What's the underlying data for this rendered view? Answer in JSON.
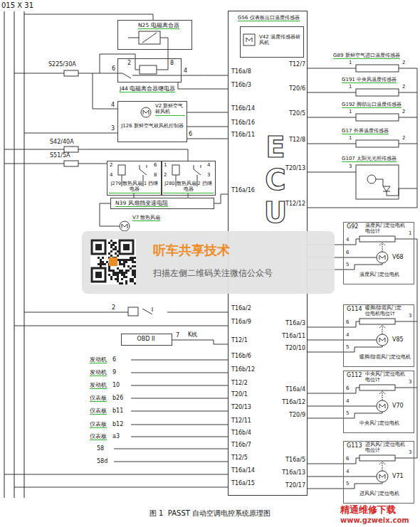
{
  "diagram": {
    "caption": "图 1  PASST 自动空调电控系统原理图",
    "nodes": [
      {
        "text": [
          "N25 电磁离合器"
        ]
      },
      {
        "text": [
          "J44 电磁离合器继电器"
        ]
      },
      {
        "text": [
          "V2 新鲜空气鼓风机",
          "J126 新鲜空气鼓风机控制器"
        ]
      },
      {
        "text": [
          "J279 散热风扇 1 挡继电器"
        ]
      },
      {
        "text": [
          "J280 散热风扇 2 挡继电器"
        ]
      },
      {
        "text": [
          "N39 风扇挡变速电阻"
        ]
      },
      {
        "text": [
          "听车共享技术",
          "扫描左侧二维码关注微信公众号"
        ]
      },
      {
        "text": [
          "OBD II"
        ]
      },
      {
        "text": [
          "ECU"
        ]
      },
      {
        "text": [
          "G56 仪表板出口温度传感器",
          "V42 温度传感器鼓风机"
        ],
        "in": 8
      },
      {
        "text": [
          "G92",
          "温度风门定位电机电位计",
          "V68",
          "温度风门定位电机"
        ]
      },
      {
        "text": [
          "G114",
          "暖脚/除霜风门定位电机电位计",
          "V85",
          "暖脚/除霜风门定位电机"
        ]
      },
      {
        "text": [
          "G112",
          "中央风门定位电机电位计",
          "V70",
          "中央风门定位电机"
        ]
      },
      {
        "text": [
          "G113",
          "进风风门定位电机电位计",
          "V71",
          "进风风门定位电机"
        ]
      }
    ],
    "edges": [
      {
        "from": 1,
        "to": 8,
        "arrow": "none"
      },
      {
        "from": 2,
        "to": 8,
        "arrow": "none"
      },
      {
        "from": 5,
        "to": 8,
        "arrow": "none"
      },
      {
        "from": 7,
        "to": 8,
        "label": "K线",
        "arrow": "none"
      },
      {
        "from": 10,
        "to": 8,
        "arrow": "none"
      },
      {
        "from": 11,
        "to": 8,
        "arrow": "none"
      },
      {
        "from": 12,
        "to": 8,
        "arrow": "none"
      },
      {
        "from": 13,
        "to": 8,
        "arrow": "none"
      }
    ],
    "labels": [
      "015 X 31",
      "S225/30A",
      "6",
      "2",
      "8",
      "4",
      "4",
      "3",
      "6",
      "S42/40A",
      "S51/5A",
      "2",
      "6",
      "4",
      "8",
      "1",
      "4",
      "2",
      "3",
      "V7 散热风扇",
      "2",
      "7",
      "发动机",
      "6",
      "发动机",
      "9",
      "发动机",
      "10",
      "仪表板",
      "b26",
      "仪表板",
      "b11",
      "仪表板",
      "b12",
      "仪表板",
      "a3",
      "58",
      "58d",
      "T16a/8",
      "T16b/3",
      "T16b/14",
      "T16b/16",
      "T16b/11",
      "T16a/16",
      "T16a/2",
      "T16a/9",
      "T12/1",
      "T16b/6",
      "T16b/12",
      "T12/2",
      "T20/1",
      "T20/13",
      "T12/11",
      "T16b/4",
      "T16b/7",
      "T12/5",
      "T16a/14",
      "T16a/15",
      "T12/7",
      "T20/6",
      "T20/5",
      "T12/8",
      "T20/13",
      "T12/12",
      "T16a/3",
      "T16a/11",
      "T20/10",
      "T16a/4",
      "T16a/12",
      "T20/9",
      "T16a/5",
      "T16a/13",
      "T20/17",
      "G89 新鲜空气进口温度传感器",
      "1",
      "2",
      "G191 中央风温度传感器",
      "1",
      "2",
      "G192 脚部出口温度传感器",
      "1",
      "2",
      "G17 外界温度传感器",
      "1",
      "2",
      "G107 太阳光光照传感器",
      "3",
      "1",
      "4",
      "6",
      "5",
      "3",
      "6",
      "4",
      "5",
      "3",
      "6",
      "4",
      "5",
      "3",
      "6",
      "4",
      "5",
      "精通维修下载",
      "www.gzweix.com"
    ]
  }
}
